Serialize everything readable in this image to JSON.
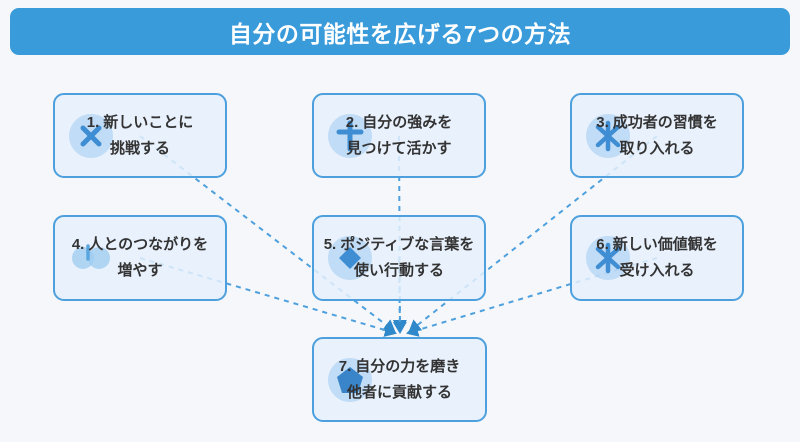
{
  "title": "自分の可能性を広げる7つの方法",
  "colors": {
    "banner": "#3a9bdb",
    "box_border": "#4da0dd",
    "box_fill": "#e5f0fb",
    "connector": "#4da0dd",
    "text": "#333333",
    "icon_glyph": "#3f8ed3",
    "icon_circle": "#b9d9f2",
    "background": "#f5f7fa"
  },
  "boxes": [
    {
      "number": "1.",
      "line1": "新しいことに",
      "line2": "挑戦する",
      "icon": "x-mark"
    },
    {
      "number": "2.",
      "line1": "自分の強みを",
      "line2": "見つけて活かす",
      "icon": "plus-cross"
    },
    {
      "number": "3.",
      "line1": "成功者の習慣を",
      "line2": "取り入れる",
      "icon": "asterisk"
    },
    {
      "number": "4.",
      "line1": "人とのつながりを",
      "line2": "増やす",
      "icon": "people"
    },
    {
      "number": "5.",
      "line1": "ポジティブな言葉を",
      "line2": "使い行動する",
      "icon": "diamond"
    },
    {
      "number": "6.",
      "line1": "新しい価値観を",
      "line2": "受け入れる",
      "icon": "asterisk"
    },
    {
      "number": "7.",
      "line1": "自分の力を磨き",
      "line2": "他者に貢献する",
      "icon": "pentagon"
    }
  ],
  "connections": [
    {
      "from": 1,
      "to": 7
    },
    {
      "from": 2,
      "to": 7
    },
    {
      "from": 3,
      "to": 7
    },
    {
      "from": 4,
      "to": 7
    },
    {
      "from": 5,
      "to": 7
    },
    {
      "from": 6,
      "to": 7
    }
  ]
}
